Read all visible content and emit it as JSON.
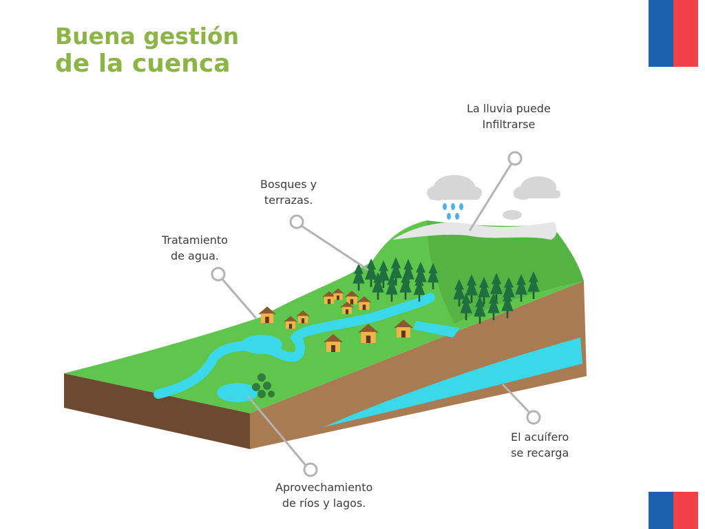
{
  "title": {
    "line1": "Buena gestión",
    "line2": "de la cuenca"
  },
  "labels": {
    "rain": {
      "line1": "La lluvia puede",
      "line2": "Infiltrarse"
    },
    "forests": {
      "line1": "Bosques y",
      "line2": "terrazas."
    },
    "water_treatment": {
      "line1": "Tratamiento",
      "line2": "de agua."
    },
    "rivers": {
      "line1": "Aprovechamiento",
      "line2": "de ríos y lagos."
    },
    "aquifer": {
      "line1": "El acuífero",
      "line2": "se recarga"
    }
  },
  "colors": {
    "title": "#8db446",
    "grass": "#5fc54c",
    "water": "#3bd8ea",
    "soil_front": "#6b4a31",
    "soil_side": "#a97b52",
    "flag_blue": "#1c5fae",
    "flag_red": "#ef4147",
    "pointer": "#b3b3b3"
  }
}
